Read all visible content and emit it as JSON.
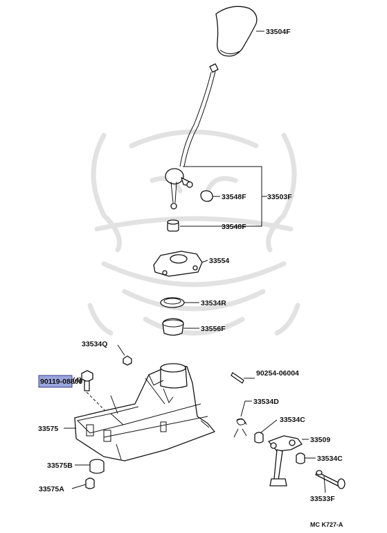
{
  "diagram": {
    "callouts": {
      "knob": "33504F",
      "lever_assy": "33503F",
      "seat_upper": "33548F",
      "seat_lower": "33548F",
      "retainer": "33554",
      "ring": "33534R",
      "bushing_upper": "33556F",
      "nut": "33534Q",
      "bolt": "90119-08800",
      "bolt_qty": "(4)",
      "pin": "90254-06004",
      "spring": "33534D",
      "collar_upper": "33534C",
      "shift_lever": "33509",
      "collar_lower": "33534C",
      "housing": "33575",
      "bushing": "33575B",
      "insulator": "33575A",
      "shaft": "33533F"
    },
    "caption": "MC  K727-A",
    "highlight_color": "#9aa6dc"
  }
}
